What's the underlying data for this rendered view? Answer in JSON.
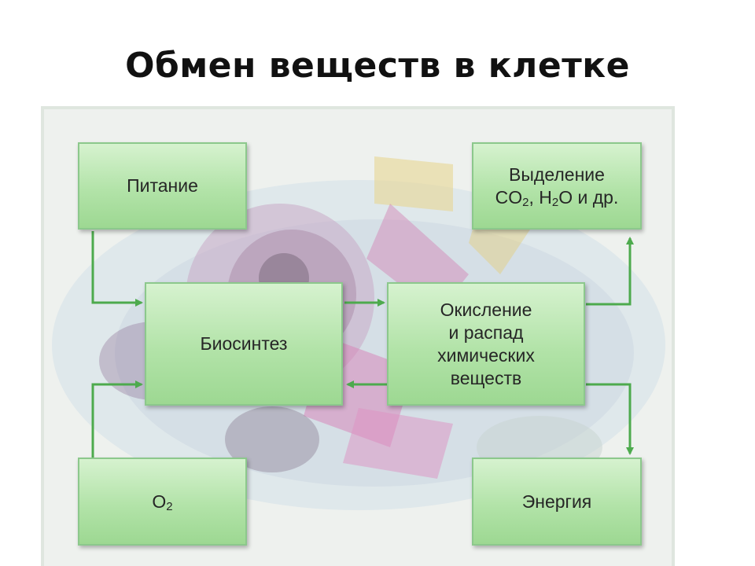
{
  "title": "Обмен веществ в клетке",
  "boxes": {
    "nutrition": "Питание",
    "excretion_line1": "Выделение",
    "excretion_co": "CO",
    "excretion_co_sub": "2",
    "excretion_h": ", H",
    "excretion_h_sub": "2",
    "excretion_rest": "O и др.",
    "biosynthesis": "Биосинтез",
    "oxidation_line1": "Окисление",
    "oxidation_line2": "и распад",
    "oxidation_line3": "химических",
    "oxidation_line4": "веществ",
    "oxygen_o": "O",
    "oxygen_sub": "2",
    "energy": "Энергия"
  },
  "colors": {
    "arrow": "#4daa4d",
    "box_border": "#8cc88c",
    "box_fill_top": "#d6f2cf",
    "box_fill_bottom": "#9dd892"
  }
}
